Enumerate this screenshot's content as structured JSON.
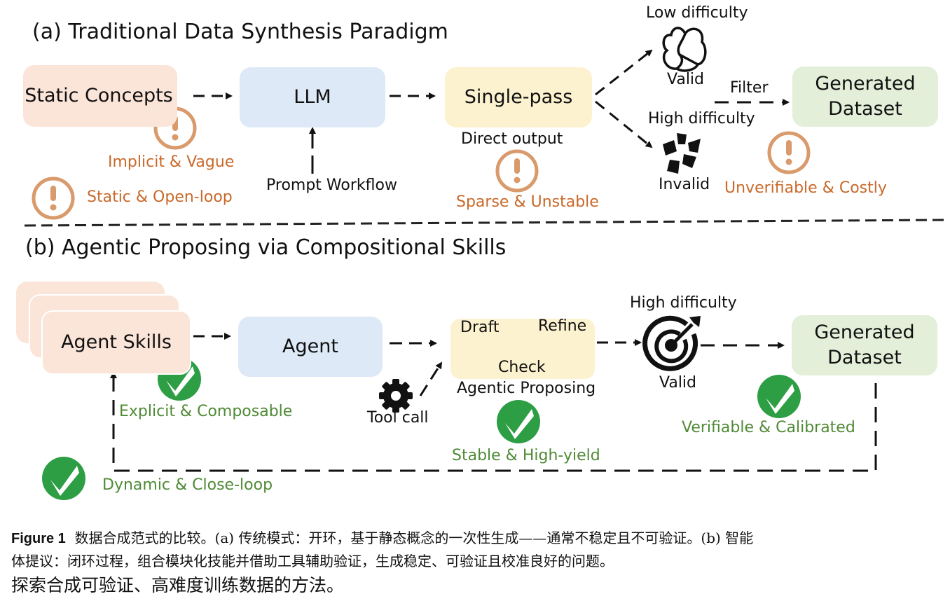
{
  "section_a": {
    "title": "(a) Traditional Data Synthesis Paradigm",
    "boxes": {
      "static_concepts": "Static Concepts",
      "llm": "LLM",
      "single_pass": "Single-pass",
      "generated_dataset": "Generated Dataset"
    },
    "labels": {
      "prompt_workflow": "Prompt Workflow",
      "direct_output": "Direct output",
      "low_difficulty": "Low difficulty",
      "valid": "Valid",
      "high_difficulty": "High difficulty",
      "invalid": "Invalid",
      "filter": "Filter"
    },
    "issues": [
      {
        "text": "Implicit & Vague",
        "icon": "warning-icon"
      },
      {
        "text": "Static & Open-loop",
        "icon": "warning-icon"
      },
      {
        "text": "Sparse & Unstable",
        "icon": "warning-icon"
      },
      {
        "text": "Unverifiable & Costly",
        "icon": "warning-icon"
      }
    ]
  },
  "section_b": {
    "title": "(b) Agentic Proposing via Compositional Skills",
    "boxes": {
      "agent_skills": "Agent Skills",
      "agent": "Agent",
      "generated_dataset": "Generated Dataset"
    },
    "cycle": {
      "draft": "Draft",
      "refine": "Refine",
      "check": "Check"
    },
    "labels": {
      "agentic_proposing": "Agentic Proposing",
      "tool_call": "Tool call",
      "high_difficulty": "High difficulty",
      "valid": "Valid"
    },
    "benefits": [
      {
        "text": "Explicit & Composable",
        "icon": "check-icon"
      },
      {
        "text": "Stable & High-yield",
        "icon": "check-icon"
      },
      {
        "text": "Verifiable & Calibrated",
        "icon": "check-icon"
      },
      {
        "text": "Dynamic & Close-loop",
        "icon": "check-icon"
      }
    ]
  },
  "colors": {
    "warning": "#d99a6c",
    "warning_text": "#c8692a",
    "check": "#2e9e45",
    "check_text": "#4f8a35",
    "peach": "#fbe4d8",
    "blue": "#dde9f6",
    "yellow": "#fdf2cf",
    "green": "#e3efd9"
  },
  "caption": {
    "figure_label": "Figure 1",
    "line1": "数据合成范式的比较。(a) 传统模式：开环，基于静态概念的一次性生成——通常不稳定且不可验证。(b) 智能",
    "line2": "体提议：闭环过程，组合模块化技能并借助工具辅助验证，生成稳定、可验证且校准良好的问题。",
    "line3": "探索合成可验证、高难度训练数据的方法。"
  }
}
